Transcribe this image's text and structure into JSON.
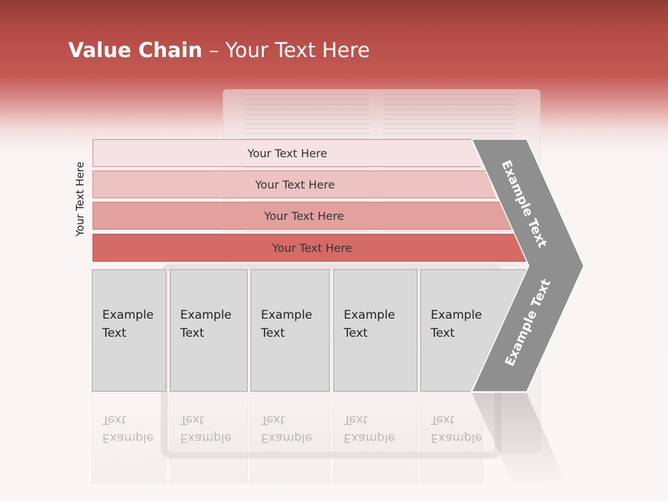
{
  "title": {
    "bold": "Value Chain",
    "rest": " – Your Text Here"
  },
  "side_label": "Your Text Here",
  "bars": [
    {
      "label": "Your Text Here"
    },
    {
      "label": "Your Text Here"
    },
    {
      "label": "Your Text Here"
    },
    {
      "label": "Your Text Here"
    }
  ],
  "boxes": [
    {
      "line1": "Example",
      "line2": "Text"
    },
    {
      "line1": "Example",
      "line2": "Text"
    },
    {
      "line1": "Example",
      "line2": "Text"
    },
    {
      "line1": "Example",
      "line2": "Text"
    },
    {
      "line1": "Example",
      "line2": "Text"
    }
  ],
  "chevron": {
    "upper": "Example Text",
    "lower": "Example Text",
    "color": "#8f8f8f"
  },
  "colors": {
    "header": "#b24a45",
    "bar1": "#f5e2e2",
    "bar2": "#ecc3c1",
    "bar3": "#e2a19e",
    "bar4": "#d56b66",
    "box": "#d9d9d9"
  }
}
